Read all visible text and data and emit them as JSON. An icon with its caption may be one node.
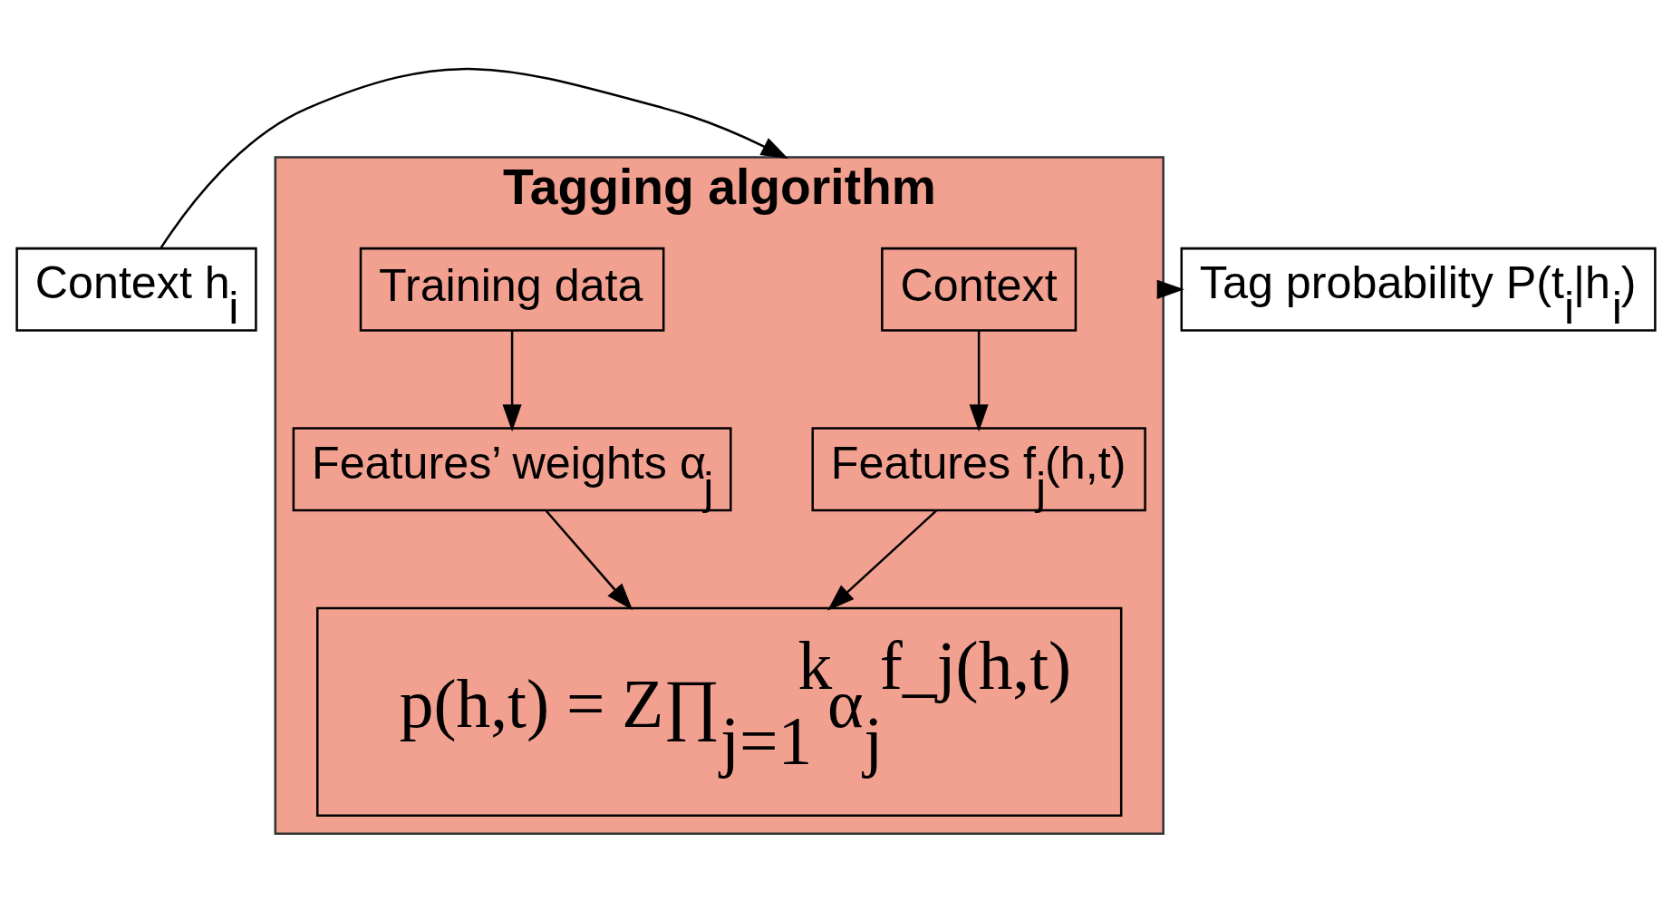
{
  "diagram": {
    "nodes": [
      {
        "text": [
          "Context h$_{i}$"
        ]
      },
      {
        "text": [
          "Tagging algorithm"
        ]
      },
      {
        "text": [
          "Context"
        ],
        "in": 1
      },
      {
        "text": [
          "Training data"
        ],
        "in": 1
      },
      {
        "text": [
          "Features f$_{j}$(h,t)"
        ],
        "in": 1
      },
      {
        "text": [
          "Features’ weights α$_{j}$"
        ],
        "in": 1
      },
      {
        "text": [
          "p(h,t) = Z∏$_{j=1}$$^{k}$α$_{j}$$^{f_j(h,t)}$"
        ],
        "in": 1
      },
      {
        "text": [
          "Tag probability P(t$_{i}$|h$_{i}$)"
        ]
      }
    ],
    "edges": [
      {
        "from": 0,
        "to": 1,
        "arrow": "to"
      },
      {
        "from": 1,
        "to": 7,
        "arrow": "to"
      },
      {
        "from": 2,
        "to": 4,
        "arrow": "to"
      },
      {
        "from": 3,
        "to": 5,
        "arrow": "to"
      },
      {
        "from": 4,
        "to": 6,
        "arrow": "to"
      },
      {
        "from": 5,
        "to": 6,
        "arrow": "to"
      }
    ]
  }
}
